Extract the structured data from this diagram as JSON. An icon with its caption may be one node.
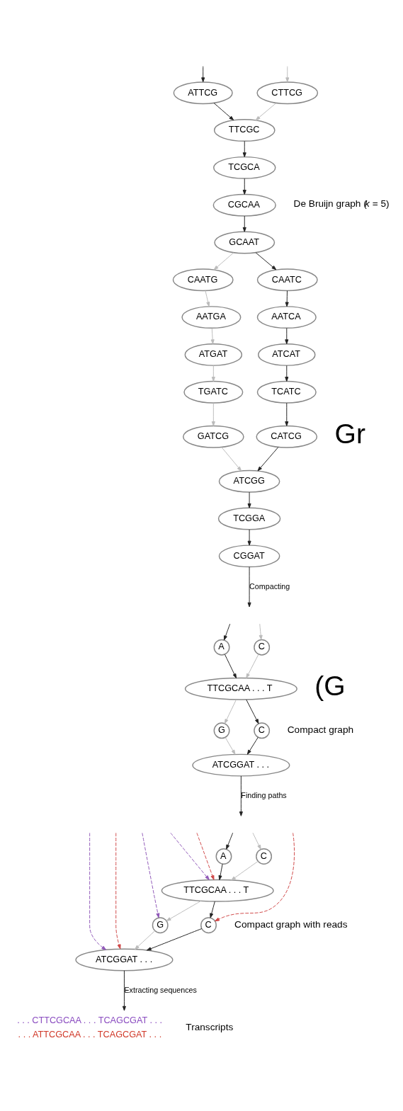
{
  "diagram": {
    "nodes": [
      {
        "text": [
          "ATTCG"
        ]
      },
      {
        "text": [
          "CTTCG"
        ]
      },
      {
        "text": [
          "TTCGC"
        ]
      },
      {
        "text": [
          "TCGCA"
        ]
      },
      {
        "text": [
          "CGCAA"
        ]
      },
      {
        "text": [
          "GCAAT"
        ]
      },
      {
        "text": [
          "CAATG"
        ]
      },
      {
        "text": [
          "CAATC"
        ]
      },
      {
        "text": [
          "AATGA"
        ]
      },
      {
        "text": [
          "AATCA"
        ]
      },
      {
        "text": [
          "ATGAT"
        ]
      },
      {
        "text": [
          "ATCAT"
        ]
      },
      {
        "text": [
          "TGATC"
        ]
      },
      {
        "text": [
          "TCATC"
        ]
      },
      {
        "text": [
          "GATCG"
        ]
      },
      {
        "text": [
          "CATCG"
        ]
      },
      {
        "text": [
          "ATCGG"
        ]
      },
      {
        "text": [
          "TCGGA"
        ]
      },
      {
        "text": [
          "CGGAT"
        ]
      },
      {
        "text": [
          "A"
        ]
      },
      {
        "text": [
          "C"
        ]
      },
      {
        "text": [
          "TTCGCAA . . . T"
        ]
      },
      {
        "text": [
          "G"
        ]
      },
      {
        "text": [
          "C"
        ]
      },
      {
        "text": [
          "ATCGGAT . . ."
        ]
      },
      {
        "text": [
          "A"
        ]
      },
      {
        "text": [
          "C"
        ]
      },
      {
        "text": [
          "TTCGCAA . . . T"
        ]
      },
      {
        "text": [
          "G"
        ]
      },
      {
        "text": [
          "C"
        ]
      },
      {
        "text": [
          "ATCGGAT . . ."
        ]
      },
      {
        "text": [
          ". . . CTTCGCAA . . . TCAGCGAT . . .",
          ". . . ATTCGCAA . . . TCAGCGAT . . ."
        ],
        "beside": [
          "Transcripts"
        ]
      }
    ],
    "edges": [
      {
        "from": null,
        "to": 0,
        "arrow": "to"
      },
      {
        "from": null,
        "to": 1,
        "arrow": "to",
        "color": "#bbbbbb"
      },
      {
        "from": 0,
        "to": 2,
        "arrow": "to"
      },
      {
        "from": 1,
        "to": 2,
        "arrow": "to",
        "color": "#bbbbbb"
      },
      {
        "from": 2,
        "to": 3,
        "arrow": "to"
      },
      {
        "from": 3,
        "to": 4,
        "arrow": "to"
      },
      {
        "from": 4,
        "to": 5,
        "arrow": "to"
      },
      {
        "from": 5,
        "to": 6,
        "arrow": "to",
        "color": "#bbbbbb"
      },
      {
        "from": 5,
        "to": 7,
        "arrow": "to"
      },
      {
        "from": 6,
        "to": 8,
        "arrow": "to",
        "color": "#bbbbbb"
      },
      {
        "from": 7,
        "to": 9,
        "arrow": "to"
      },
      {
        "from": 8,
        "to": 10,
        "arrow": "to",
        "color": "#bbbbbb"
      },
      {
        "from": 9,
        "to": 11,
        "arrow": "to"
      },
      {
        "from": 10,
        "to": 12,
        "arrow": "to",
        "color": "#bbbbbb"
      },
      {
        "from": 11,
        "to": 13,
        "arrow": "to"
      },
      {
        "from": 12,
        "to": 14,
        "arrow": "to",
        "color": "#bbbbbb"
      },
      {
        "from": 13,
        "to": 15,
        "arrow": "to"
      },
      {
        "from": 14,
        "to": 16,
        "arrow": "to",
        "color": "#bbbbbb"
      },
      {
        "from": 15,
        "to": 16,
        "arrow": "to"
      },
      {
        "from": 16,
        "to": 17,
        "arrow": "to"
      },
      {
        "from": 17,
        "to": 18,
        "arrow": "to"
      },
      {
        "from": 18,
        "to": null,
        "arrow": "to",
        "label": "Compacting"
      },
      {
        "from": null,
        "to": 19,
        "arrow": "to"
      },
      {
        "from": null,
        "to": 20,
        "arrow": "to",
        "color": "#bbbbbb"
      },
      {
        "from": 19,
        "to": 21,
        "arrow": "to"
      },
      {
        "from": 20,
        "to": 21,
        "arrow": "to",
        "color": "#bbbbbb"
      },
      {
        "from": 21,
        "to": 22,
        "arrow": "to",
        "color": "#bbbbbb"
      },
      {
        "from": 21,
        "to": 23,
        "arrow": "to"
      },
      {
        "from": 22,
        "to": 24,
        "arrow": "to",
        "color": "#bbbbbb"
      },
      {
        "from": 23,
        "to": 24,
        "arrow": "to"
      },
      {
        "from": 24,
        "to": null,
        "arrow": "to",
        "label": "Finding paths"
      },
      {
        "from": null,
        "to": 25,
        "arrow": "to"
      },
      {
        "from": null,
        "to": 26,
        "arrow": "to",
        "color": "#bbbbbb"
      },
      {
        "from": 25,
        "to": 27,
        "arrow": "to"
      },
      {
        "from": 26,
        "to": 27,
        "arrow": "to",
        "color": "#bbbbbb"
      },
      {
        "from": 27,
        "to": 28,
        "arrow": "to",
        "color": "#bbbbbb"
      },
      {
        "from": 27,
        "to": 29,
        "arrow": "to"
      },
      {
        "from": 28,
        "to": 30,
        "arrow": "to",
        "color": "#bbbbbb"
      },
      {
        "from": 29,
        "to": 30,
        "arrow": "to"
      },
      {
        "from": null,
        "to": 27,
        "arrow": "to",
        "style": "dashed",
        "color": "#9058b8"
      },
      {
        "from": null,
        "to": 27,
        "arrow": "to",
        "style": "dashed",
        "color": "#d04848"
      },
      {
        "from": null,
        "to": 28,
        "arrow": "to",
        "style": "dashed",
        "color": "#9058b8"
      },
      {
        "from": null,
        "to": 30,
        "arrow": "to",
        "style": "dashed",
        "color": "#9058b8"
      },
      {
        "from": null,
        "to": 29,
        "arrow": "to",
        "style": "dashed",
        "color": "#d04848"
      },
      {
        "from": null,
        "to": 30,
        "arrow": "to",
        "style": "dashed",
        "color": "#d04848"
      },
      {
        "from": 30,
        "to": 31,
        "arrow": "to",
        "label": "Extracting sequences"
      }
    ],
    "labels": [
      "De Bruijn graph (*k* = 5)",
      "Gr",
      "(G",
      "Compact graph",
      "Compact graph with reads"
    ]
  }
}
